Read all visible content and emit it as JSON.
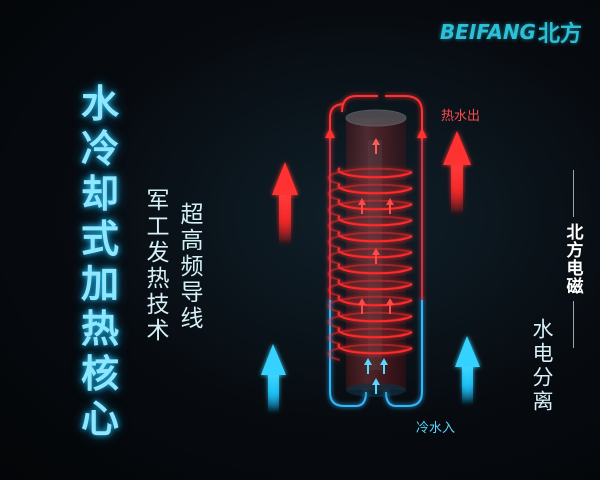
{
  "logo": {
    "latin": "BEIFANG",
    "cjk": "北方"
  },
  "title_chars": [
    "水",
    "冷",
    "却",
    "式",
    "加",
    "热",
    "核",
    "心"
  ],
  "left_text": {
    "col1": "军工发热技术",
    "col2": "超高频导线"
  },
  "labels": {
    "hot_water_out": "热水出",
    "cold_water_in": "冷水入"
  },
  "right_text": {
    "brand": "北方电磁",
    "feature": "水电分离"
  },
  "colors": {
    "hot": "#ff2a2a",
    "cold": "#1ec8ff",
    "title": "#8fe6ff",
    "logo": "#2cc0d8"
  },
  "icons": [
    "hot-arrow-up-icon",
    "cold-arrow-up-icon",
    "heating-tube-icon"
  ]
}
